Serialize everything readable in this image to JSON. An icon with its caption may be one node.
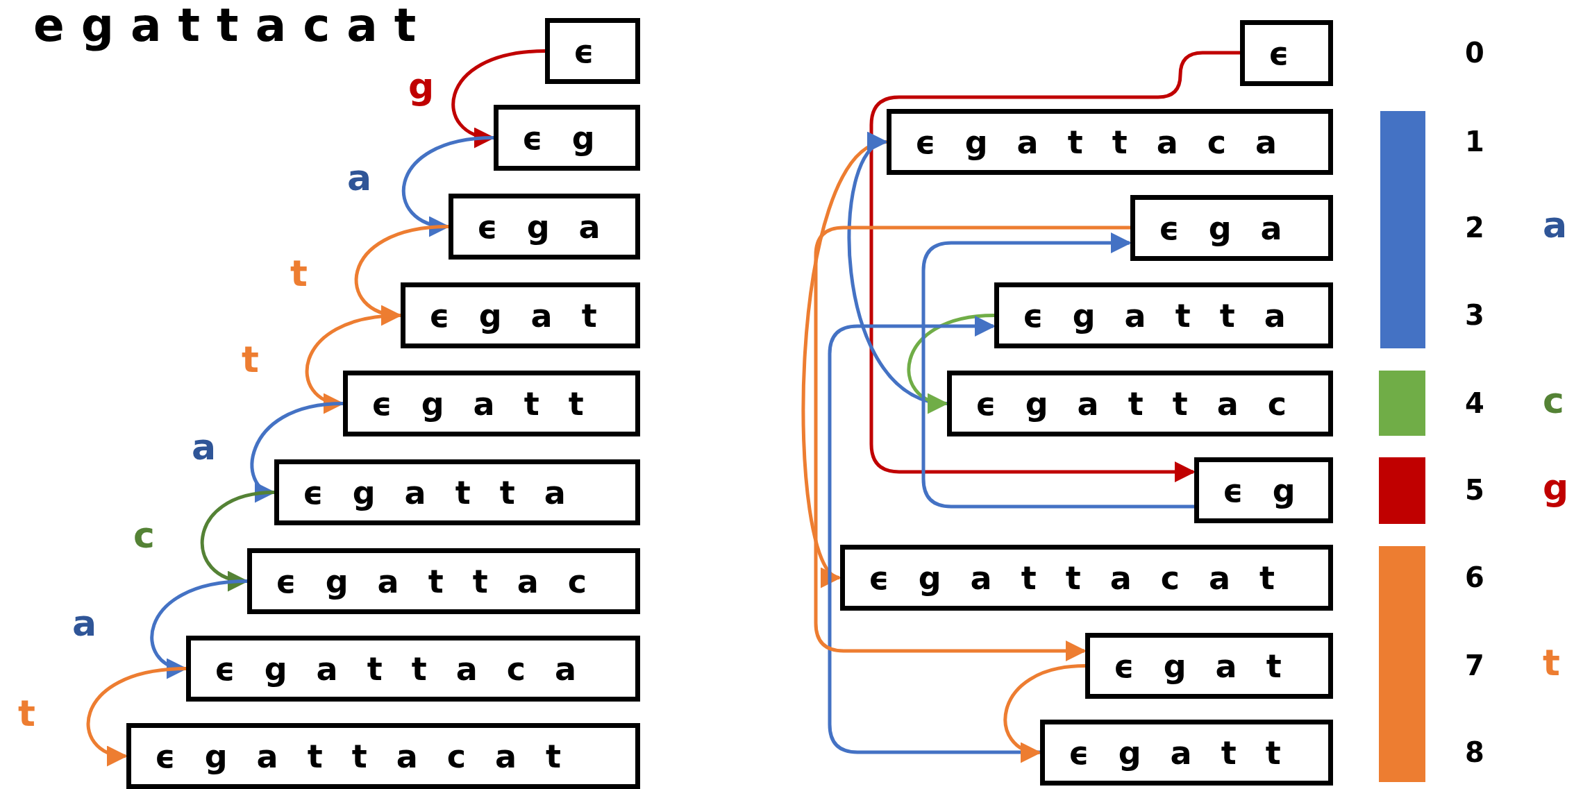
{
  "diagram": {
    "title": "egattacat",
    "nodes": [
      {
        "text": [
          "ϵ"
        ]
      },
      {
        "text": [
          "ϵ g"
        ]
      },
      {
        "text": [
          "ϵ g a"
        ]
      },
      {
        "text": [
          "ϵ g a t"
        ]
      },
      {
        "text": [
          "ϵ g a t t"
        ]
      },
      {
        "text": [
          "ϵ g a t t a"
        ]
      },
      {
        "text": [
          "ϵ g a t t a c"
        ]
      },
      {
        "text": [
          "ϵ g a t t a c a"
        ]
      },
      {
        "text": [
          "ϵ g a t t a c a t"
        ]
      },
      {
        "text": [
          "ϵ"
        ]
      },
      {
        "text": [
          "ϵ g a t t a c a"
        ]
      },
      {
        "text": [
          "ϵ g a"
        ]
      },
      {
        "text": [
          "ϵ g a t t a"
        ]
      },
      {
        "text": [
          "ϵ g a t t a c"
        ]
      },
      {
        "text": [
          "ϵ g"
        ]
      },
      {
        "text": [
          "ϵ g a t t a c a t"
        ]
      },
      {
        "text": [
          "ϵ g a t"
        ]
      },
      {
        "text": [
          "ϵ g a t t"
        ]
      }
    ],
    "edges": [
      {
        "from": 0,
        "to": 1,
        "arrow": "to",
        "label": "g",
        "color": "#c00000"
      },
      {
        "from": 1,
        "to": 2,
        "arrow": "to",
        "label": "a",
        "color": "#4472c4"
      },
      {
        "from": 2,
        "to": 3,
        "arrow": "to",
        "label": "t",
        "color": "#ed7d31"
      },
      {
        "from": 3,
        "to": 4,
        "arrow": "to",
        "label": "t",
        "color": "#ed7d31"
      },
      {
        "from": 4,
        "to": 5,
        "arrow": "to",
        "label": "a",
        "color": "#4472c4"
      },
      {
        "from": 5,
        "to": 6,
        "arrow": "to",
        "label": "c",
        "color": "#548235"
      },
      {
        "from": 6,
        "to": 7,
        "arrow": "to",
        "label": "a",
        "color": "#4472c4"
      },
      {
        "from": 7,
        "to": 8,
        "arrow": "to",
        "label": "t",
        "color": "#ed7d31"
      },
      {
        "from": 9,
        "to": 14,
        "arrow": "to",
        "color": "#c00000"
      },
      {
        "from": 10,
        "to": 15,
        "arrow": "to",
        "color": "#ed7d31"
      },
      {
        "from": 13,
        "to": 10,
        "arrow": "to",
        "color": "#4472c4"
      },
      {
        "from": 12,
        "to": 13,
        "arrow": "to",
        "color": "#70ad47"
      },
      {
        "from": 17,
        "to": 12,
        "arrow": "to",
        "color": "#4472c4"
      },
      {
        "from": 11,
        "to": 16,
        "arrow": "to",
        "color": "#ed7d31"
      },
      {
        "from": 14,
        "to": 11,
        "arrow": "to",
        "color": "#4472c4"
      },
      {
        "from": 16,
        "to": 17,
        "arrow": "to",
        "color": "#ed7d31"
      }
    ],
    "labels": [
      "0",
      "1",
      "2",
      "3",
      "4",
      "5",
      "6",
      "7",
      "8"
    ],
    "legend": [
      {
        "text": "a",
        "color": "#4472c4"
      },
      {
        "text": "c",
        "color": "#70ad47"
      },
      {
        "text": "g",
        "color": "#c00000"
      },
      {
        "text": "t",
        "color": "#ed7d31"
      }
    ]
  }
}
